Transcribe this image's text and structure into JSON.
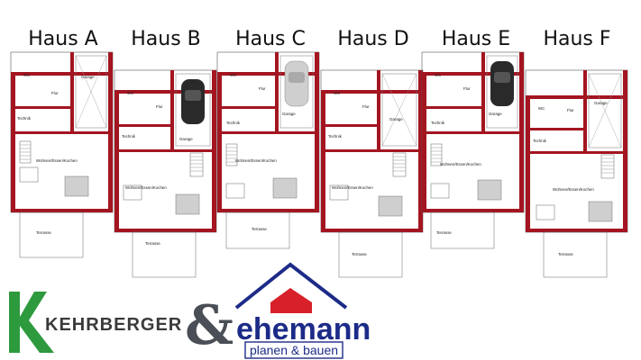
{
  "houses": [
    {
      "title": "Haus A",
      "garage_car": "none",
      "wc": "WC",
      "flur": "Flur",
      "technik": "Technik",
      "garage": "Garage",
      "wohnen": "Wohnen/Essen/Kochen",
      "terrasse": "Terrasse"
    },
    {
      "title": "Haus B",
      "garage_car": "dark",
      "wc": "WC",
      "flur": "Flur",
      "technik": "Technik",
      "garage": "Garage",
      "wohnen": "Wohnen/Essen/Kochen",
      "terrasse": "Terrasse"
    },
    {
      "title": "Haus C",
      "garage_car": "light",
      "wc": "WC",
      "flur": "Flur",
      "technik": "Technik",
      "garage": "Garage",
      "wohnen": "Wohnen/Essen/Kochen",
      "terrasse": "Terrasse"
    },
    {
      "title": "Haus D",
      "garage_car": "none",
      "wc": "WC",
      "flur": "Flur",
      "technik": "Technik",
      "garage": "Garage",
      "wohnen": "Wohnen/Essen/Kochen",
      "terrasse": "Terrasse"
    },
    {
      "title": "Haus E",
      "garage_car": "dark",
      "wc": "WC",
      "flur": "Flur",
      "technik": "Technik",
      "garage": "Garage",
      "wohnen": "Wohnen/Essen/Kochen",
      "terrasse": "Terrasse"
    },
    {
      "title": "Haus F",
      "garage_car": "none",
      "wc": "WC",
      "flur": "Flur",
      "technik": "Technik",
      "garage": "Garage",
      "wohnen": "Wohnen/Essen/Kochen",
      "terrasse": "Terrasse"
    }
  ],
  "logos": {
    "kehrberger": {
      "text": "KEHRBERGER",
      "color": "#2e9a3e"
    },
    "ampersand": "&",
    "ehemann": {
      "word": "ehemann",
      "tagline": "planen & bauen",
      "blue": "#1c2b88",
      "red": "#d8202a"
    }
  },
  "colors": {
    "wall": "#a31520",
    "car_dark": "#2a2a2a",
    "car_light": "#cfcfcf"
  }
}
